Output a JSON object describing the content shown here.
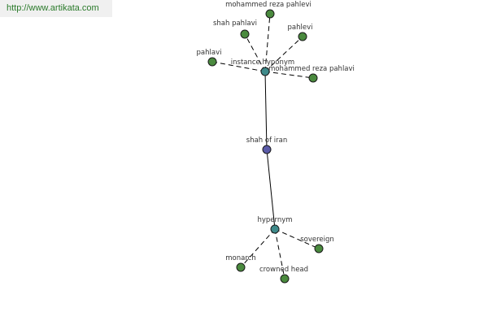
{
  "url": "http://www.artikata.com",
  "colors": {
    "leaf": "#4a8a3e",
    "relation": "#3e8a8a",
    "center": "#5a5aa8",
    "url_text": "#2a7a2a"
  },
  "nodes": [
    {
      "id": "center",
      "label": "shah of iran",
      "kind": "center"
    },
    {
      "id": "instance_hyponym",
      "label": "instance hyponym",
      "kind": "relation"
    },
    {
      "id": "hypernym",
      "label": "hypernym",
      "kind": "relation"
    },
    {
      "id": "mrp_top",
      "label": "mohammed reza pahlevi",
      "kind": "leaf"
    },
    {
      "id": "shah_pahlavi",
      "label": "shah pahlavi",
      "kind": "leaf"
    },
    {
      "id": "pahlevi",
      "label": "pahlevi",
      "kind": "leaf"
    },
    {
      "id": "pahlavi",
      "label": "pahlavi",
      "kind": "leaf"
    },
    {
      "id": "mrp_right",
      "label": "mohammed reza pahlavi",
      "kind": "leaf"
    },
    {
      "id": "sovereign",
      "label": "sovereign",
      "kind": "leaf"
    },
    {
      "id": "monarch",
      "label": "monarch",
      "kind": "leaf"
    },
    {
      "id": "crowned_head",
      "label": "crowned head",
      "kind": "leaf"
    }
  ],
  "edges": [
    {
      "from": "center",
      "to": "instance_hyponym",
      "style": "solid"
    },
    {
      "from": "center",
      "to": "hypernym",
      "style": "solid"
    },
    {
      "from": "instance_hyponym",
      "to": "mrp_top",
      "style": "dashed"
    },
    {
      "from": "instance_hyponym",
      "to": "shah_pahlavi",
      "style": "dashed"
    },
    {
      "from": "instance_hyponym",
      "to": "pahlevi",
      "style": "dashed"
    },
    {
      "from": "instance_hyponym",
      "to": "pahlavi",
      "style": "dashed"
    },
    {
      "from": "instance_hyponym",
      "to": "mrp_right",
      "style": "dashed"
    },
    {
      "from": "hypernym",
      "to": "sovereign",
      "style": "dashed"
    },
    {
      "from": "hypernym",
      "to": "monarch",
      "style": "dashed"
    },
    {
      "from": "hypernym",
      "to": "crowned_head",
      "style": "dashed"
    }
  ]
}
